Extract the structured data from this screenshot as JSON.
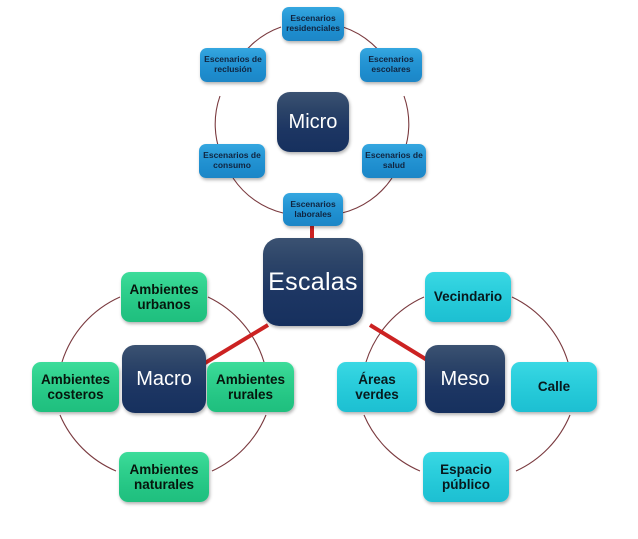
{
  "diagram": {
    "title_node": "Escalas",
    "background_color": "#ffffff",
    "connector_color": "#cc2222",
    "arc_color": "#7a3a3f",
    "colors": {
      "hub": "#1d3663",
      "micro_satellite": "#2595d4",
      "macro_satellite": "#2fd08d",
      "meso_satellite": "#2ccfdd"
    }
  },
  "center": {
    "label": "Escalas"
  },
  "branches": [
    {
      "key": "micro",
      "label": "Micro",
      "satellite_color": "#2595d4",
      "satellites": [
        {
          "label": "Escenarios\nresidenciales"
        },
        {
          "label": "Escenarios\nescolares"
        },
        {
          "label": "Escenarios de\nsalud"
        },
        {
          "label": "Escenarios\nlaborales"
        },
        {
          "label": "Escenarios de\nconsumo"
        },
        {
          "label": "Escenarios de\nreclusión"
        }
      ]
    },
    {
      "key": "macro",
      "label": "Macro",
      "satellite_color": "#2fd08d",
      "satellites": [
        {
          "label": "Ambientes\nurbanos"
        },
        {
          "label": "Ambientes\nrurales"
        },
        {
          "label": "Ambientes\nnaturales"
        },
        {
          "label": "Ambientes\ncosteros"
        }
      ]
    },
    {
      "key": "meso",
      "label": "Meso",
      "satellite_color": "#2ccfdd",
      "satellites": [
        {
          "label": "Vecindario"
        },
        {
          "label": "Calle"
        },
        {
          "label": "Espacio\npúblico"
        },
        {
          "label": "Áreas\nverdes"
        }
      ]
    }
  ]
}
